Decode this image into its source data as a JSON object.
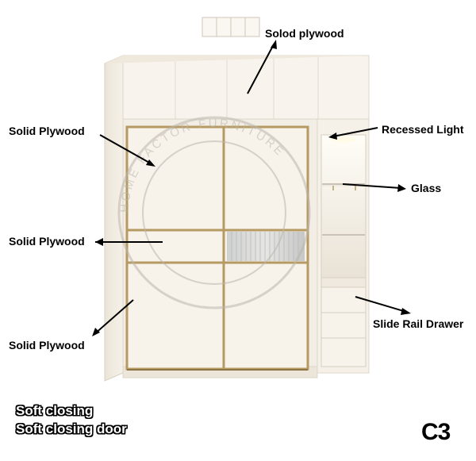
{
  "labels": {
    "top": "Solod plywood",
    "upper_left": "Solid Plywood",
    "middle_left": "Solid Plywood",
    "lower_left": "Solid Plywood",
    "recessed": "Recessed Light",
    "glass": "Glass",
    "drawer": "Slide Rail Drawer"
  },
  "watermark": "HOME FACTOR FURNITURE",
  "features": [
    "Soft closing",
    "Soft closing door"
  ],
  "model_code": "C3",
  "colors": {
    "panel": "#f7f2ea",
    "panel_edge": "#e4ddd2",
    "frame": "#b69a63",
    "frame_dark": "#8f7546",
    "glass": "#f2efe8"
  }
}
